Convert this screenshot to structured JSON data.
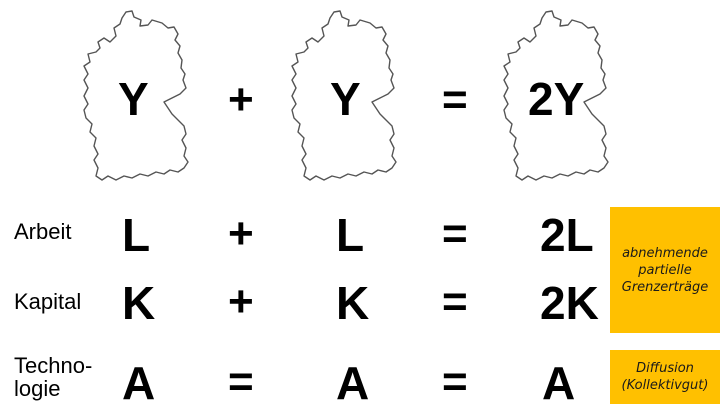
{
  "top_row": {
    "left": "Y",
    "plus": "+",
    "middle": "Y",
    "equals": "=",
    "result": "2Y"
  },
  "rows": {
    "arbeit": {
      "label": "Arbeit",
      "left": "L",
      "op1": "+",
      "middle": "L",
      "op2": "=",
      "result": "2L"
    },
    "kapital": {
      "label": "Kapital",
      "left": "K",
      "op1": "+",
      "middle": "K",
      "op2": "=",
      "result": "2K"
    },
    "technologie": {
      "label_line1": "Techno-",
      "label_line2": "logie",
      "left": "A",
      "op1": "=",
      "middle": "A",
      "op2": "=",
      "result": "A"
    }
  },
  "notes": {
    "returns": {
      "line1": "abnehmende",
      "line2": "partielle",
      "line3": "Grenzerträge"
    },
    "diffusion": {
      "line1": "Diffusion",
      "line2": "(Kollektivgut)"
    }
  },
  "colors": {
    "note_box": "#ffc000",
    "map_outline": "#555555"
  },
  "icons": {
    "map": "germany-map-outline-icon"
  }
}
